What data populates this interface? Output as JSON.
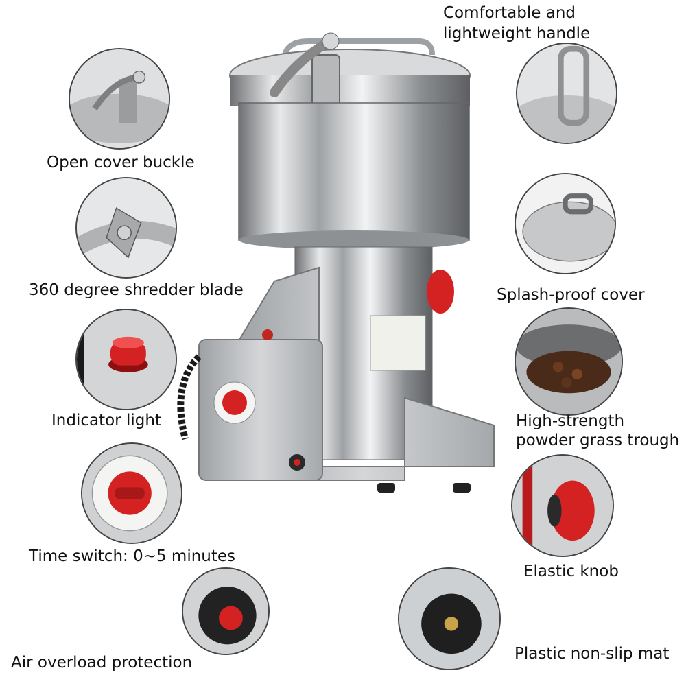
{
  "features": {
    "cover_buckle": "Open cover buckle",
    "handle_line1": "Comfortable and",
    "handle_line2": "lightweight handle",
    "shredder_blade": "360 degree shredder blade",
    "splash_cover": "Splash-proof cover",
    "indicator_light": "Indicator light",
    "trough_line1": "High-strength",
    "trough_line2": "powder grass trough",
    "time_switch": "Time switch: 0~5 minutes",
    "elastic_knob": "Elastic knob",
    "air_overload": "Air overload protection",
    "non_slip_mat": "Plastic non-slip mat"
  },
  "colors": {
    "steel": "#c9cbcd",
    "red_accent": "#d42222",
    "body_gray": "#bfc2c4"
  }
}
